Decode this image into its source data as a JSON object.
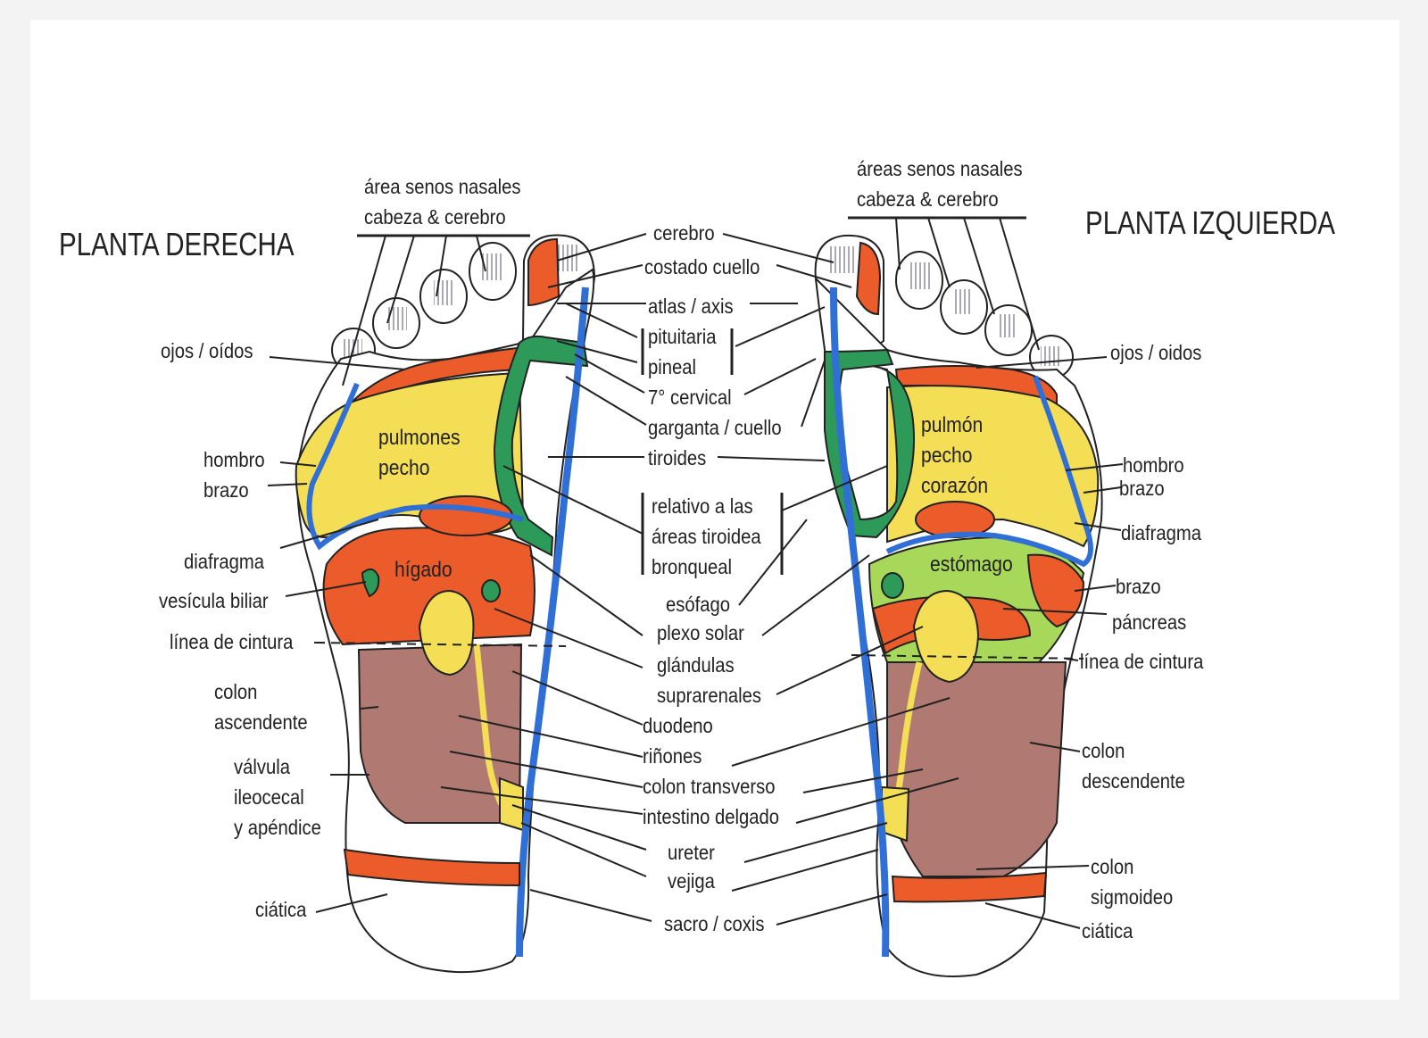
{
  "titles": {
    "right_foot": "PLANTA DERECHA",
    "left_foot": "PLANTA IZQUIERDA"
  },
  "colors": {
    "blue_spine": "#2f6fd6",
    "green_throat": "#2e9a5a",
    "yellow_lungs": "#f3de55",
    "orange_red": "#ec5b2a",
    "light_green": "#a8d85a",
    "brown_intestine": "#b07a72",
    "grey_toe_hatch": "#a9a9b8"
  },
  "right_foot": {
    "area_senos_1": "área senos nasales",
    "area_senos_2": "cabeza & cerebro",
    "ojos": "ojos / oídos",
    "hombro": "hombro",
    "brazo": "brazo",
    "diafragma": "diafragma",
    "vesicula": "vesícula biliar",
    "cintura": "línea de cintura",
    "colon_1": "colon",
    "colon_2": "ascendente",
    "valvula_1": "válvula",
    "valvula_2": "ileocecal",
    "valvula_3": "y apéndice",
    "ciatica": "ciática",
    "pulmones": "pulmones",
    "pecho": "pecho",
    "higado": "hígado"
  },
  "center": {
    "cerebro": "cerebro",
    "costado": "costado cuello",
    "atlas": "atlas / axis",
    "pituitaria": "pituitaria",
    "pineal": "pineal",
    "cervical": "7° cervical",
    "garganta": "garganta / cuello",
    "tiroides": "tiroides",
    "relativo_1": "relativo a las",
    "relativo_2": "áreas tiroidea",
    "relativo_3": "bronqueal",
    "esofago": "esófago",
    "plexo": "plexo solar",
    "glandulas_1": "glándulas",
    "glandulas_2": "suprarenales",
    "duodeno": "duodeno",
    "rinones": "riñones",
    "transverso": "colon transverso",
    "delgado": "intestino delgado",
    "ureter": "ureter",
    "vejiga": "vejiga",
    "sacro": "sacro / coxis"
  },
  "left_foot": {
    "area_senos_1": "áreas senos nasales",
    "area_senos_2": "cabeza & cerebro",
    "ojos": "ojos / oidos",
    "hombro": "hombro",
    "brazo": "brazo",
    "diafragma": "diafragma",
    "brazo2": "brazo",
    "pancreas": "páncreas",
    "cintura": "línea de cintura",
    "colon_d1": "colon",
    "colon_d2": "descendente",
    "colon_s1": "colon",
    "colon_s2": "sigmoideo",
    "ciatica": "ciática",
    "pulmon": "pulmón",
    "pecho": "pecho",
    "corazon": "corazón",
    "estomago": "estómago"
  }
}
